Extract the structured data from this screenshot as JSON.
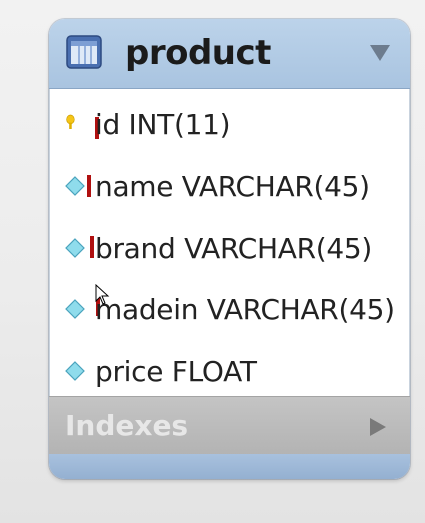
{
  "table": {
    "name": "product",
    "icon": "table-grid-icon",
    "collapse_icon": "triangle-down-icon"
  },
  "columns": [
    {
      "label": "id INT(11)",
      "icon": "primary-key-icon"
    },
    {
      "label": "name VARCHAR(45)",
      "icon": "column-diamond-icon"
    },
    {
      "label": "brand VARCHAR(45)",
      "icon": "column-diamond-icon"
    },
    {
      "label": "madein VARCHAR(45)",
      "icon": "column-diamond-icon"
    },
    {
      "label": "price FLOAT",
      "icon": "column-diamond-icon"
    }
  ],
  "indexes": {
    "label": "Indexes",
    "expand_icon": "triangle-right-icon"
  },
  "colors": {
    "header_bg": "#a9c4e0",
    "footer_bg": "#94b0d1",
    "indexes_bg": "#b3b3b3",
    "key_icon": "#f0c000",
    "diamond_icon": "#7fd3e6",
    "cursor_marker": "#b01010"
  }
}
